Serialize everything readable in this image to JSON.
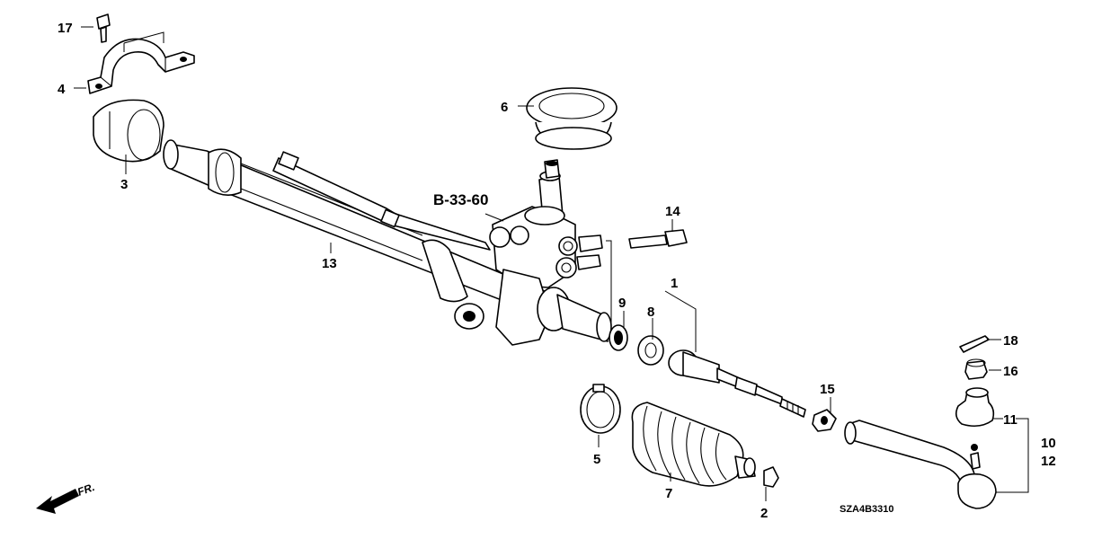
{
  "diagram": {
    "callouts": [
      "1",
      "2",
      "3",
      "4",
      "5",
      "6",
      "7",
      "8",
      "9",
      "10",
      "11",
      "12",
      "13",
      "14",
      "15",
      "16",
      "17",
      "18"
    ],
    "reference": "B-33-60",
    "diagram_code": "SZA4B3310",
    "direction_label": "FR."
  }
}
